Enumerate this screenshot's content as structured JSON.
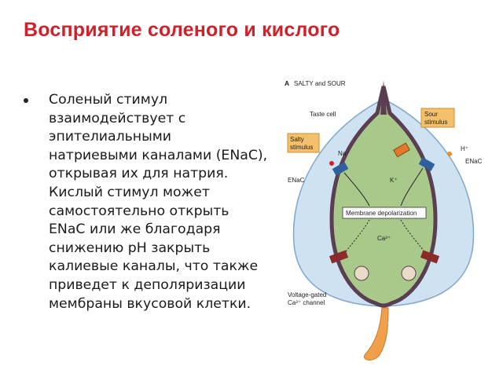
{
  "slide": {
    "title": "Восприятие соленого и кислого",
    "bullet": "Соленый стимул\nвзаимодействует с\nэпителиальными\nнатриевыми каналами (ENaC),\nоткрывая их для натрия.\nКислый стимул может\nсамостоятельно открыть\nENaC или же благодаря\nснижению pH закрыть\nкалиевые каналы, что также\nприведет к деполяризации\nмембраны вкусовой клетки."
  },
  "figure": {
    "panel_letter": "A",
    "panel_title": "SALTY and SOUR",
    "taste_cell": "Taste cell",
    "salty_stimulus": [
      "Salty",
      "stimulus"
    ],
    "sour_stimulus": [
      "Sour",
      "stimulus"
    ],
    "na": "Na⁺",
    "h": "H⁺",
    "k": "K⁺",
    "enac_left": "ENaC",
    "enac_right": "ENaC",
    "membrane_depolarization": "Membrane depolarization",
    "ca": "Ca²⁺",
    "voltage_gated": [
      "Voltage-gated",
      "Ca²⁺ channel"
    ],
    "colors": {
      "title": "#d0202a",
      "cell_fill": "#a9c98a",
      "membrane": "#5a3f52",
      "outer_bulb": "#cfe2f2",
      "label_box": "#f4c06b"
    }
  }
}
